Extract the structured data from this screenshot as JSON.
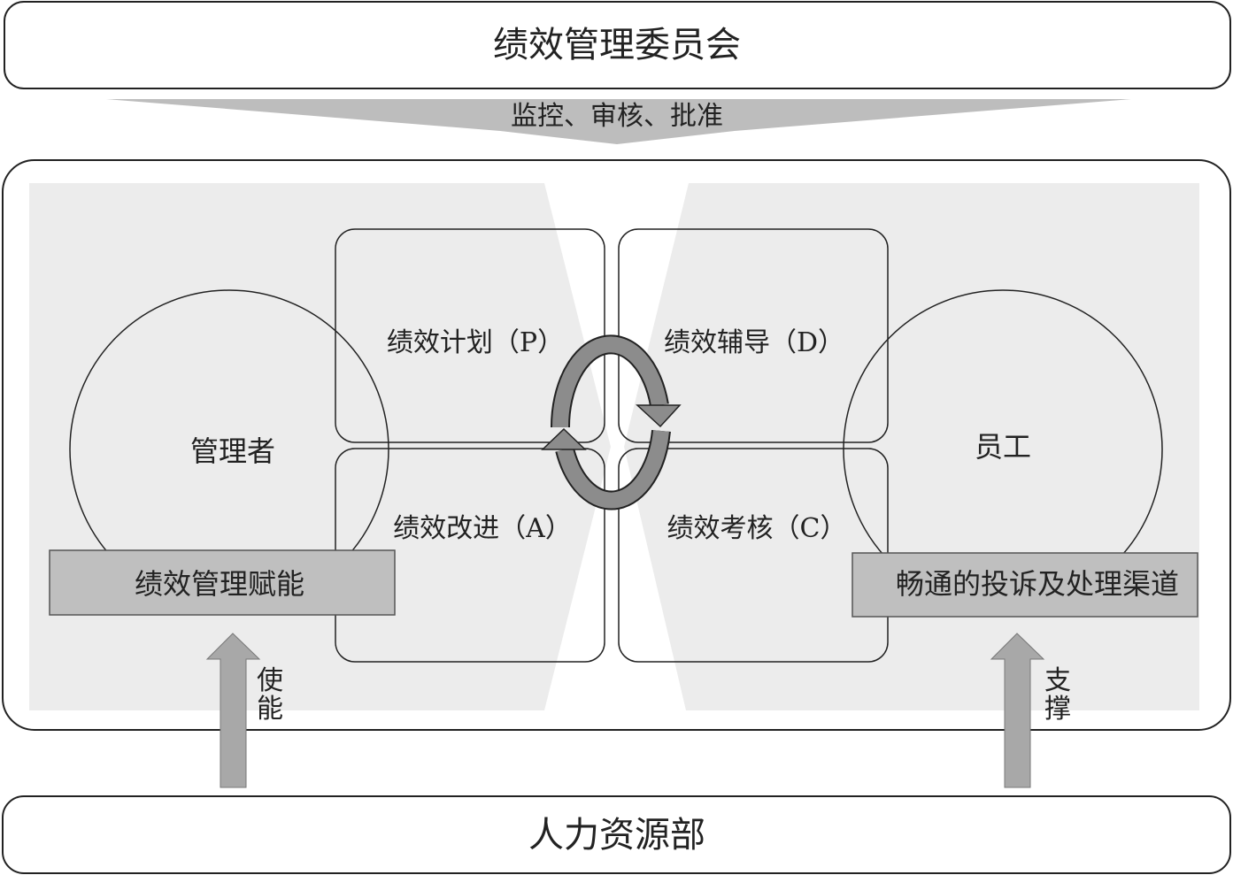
{
  "top": {
    "title": "绩效管理委员会",
    "arrow_label": "监控、审核、批准"
  },
  "left": {
    "role": "管理者",
    "box": "绩效管理赋能",
    "arrow_label_1": "使",
    "arrow_label_2": "能"
  },
  "right": {
    "role": "员工",
    "box": "畅通的投诉及处理渠道",
    "arrow_label_1": "支",
    "arrow_label_2": "撑"
  },
  "cycle": {
    "plan": "绩效计划（P）",
    "do": "绩效辅导（D）",
    "act": "绩效改进（A）",
    "check": "绩效考核（C）"
  },
  "bottom": {
    "title": "人力资源部"
  },
  "colors": {
    "panel": "#ececec",
    "box": "#bfbfbf",
    "arrow": "#a8a8a8",
    "cycle": "#8c8c8c"
  }
}
